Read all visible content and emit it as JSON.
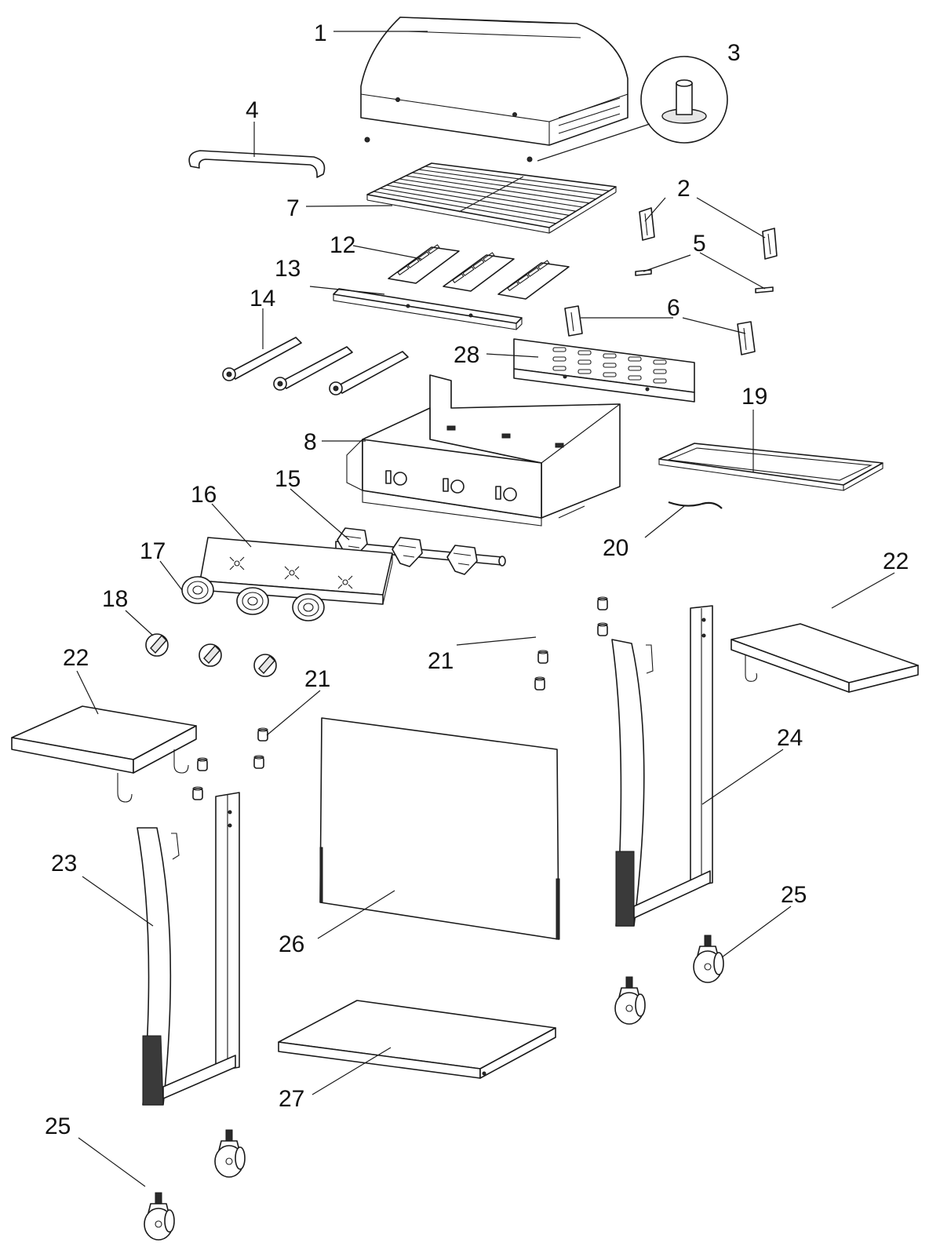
{
  "callouts": [
    {
      "id": "c1",
      "text": "1"
    },
    {
      "id": "c2",
      "text": "2"
    },
    {
      "id": "c3",
      "text": "3"
    },
    {
      "id": "c4",
      "text": "4"
    },
    {
      "id": "c5",
      "text": "5"
    },
    {
      "id": "c6",
      "text": "6"
    },
    {
      "id": "c7",
      "text": "7"
    },
    {
      "id": "c8",
      "text": "8"
    },
    {
      "id": "c12",
      "text": "12"
    },
    {
      "id": "c13",
      "text": "13"
    },
    {
      "id": "c14",
      "text": "14"
    },
    {
      "id": "c15",
      "text": "15"
    },
    {
      "id": "c16",
      "text": "16"
    },
    {
      "id": "c17",
      "text": "17"
    },
    {
      "id": "c18",
      "text": "18"
    },
    {
      "id": "c19",
      "text": "19"
    },
    {
      "id": "c20",
      "text": "20"
    },
    {
      "id": "c21a",
      "text": "21"
    },
    {
      "id": "c21b",
      "text": "21"
    },
    {
      "id": "c22a",
      "text": "22"
    },
    {
      "id": "c22b",
      "text": "22"
    },
    {
      "id": "c23",
      "text": "23"
    },
    {
      "id": "c24",
      "text": "24"
    },
    {
      "id": "c25a",
      "text": "25"
    },
    {
      "id": "c25b",
      "text": "25"
    },
    {
      "id": "c26",
      "text": "26"
    },
    {
      "id": "c27",
      "text": "27"
    },
    {
      "id": "c28",
      "text": "28"
    }
  ]
}
